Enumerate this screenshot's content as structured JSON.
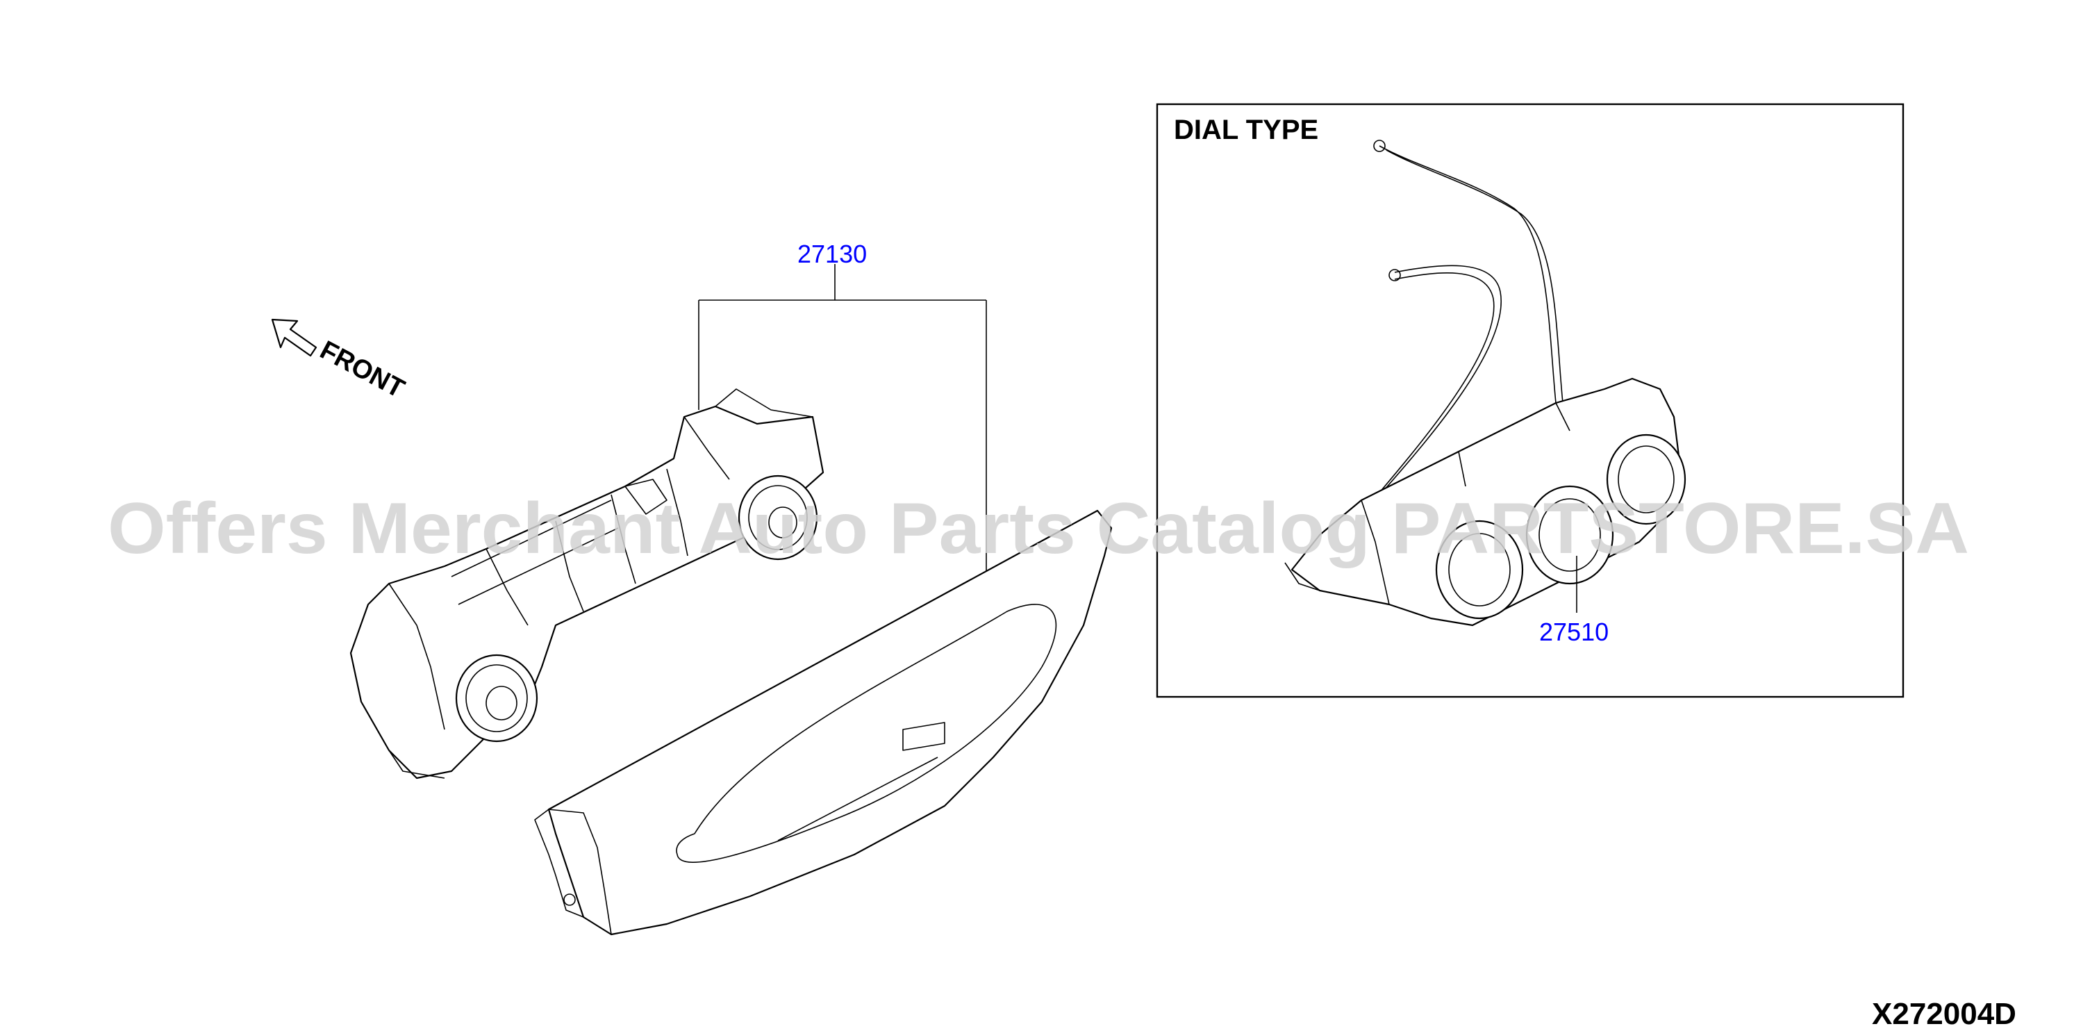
{
  "diagram": {
    "orientation_label": "FRONT",
    "inset_title": "DIAL TYPE",
    "watermark": "Offers Merchant Auto Parts Catalog PARTSTORE.SA",
    "drawing_code": "X272004D",
    "callouts": [
      {
        "part_number": "27130",
        "color": "#0000ff"
      },
      {
        "part_number": "27510",
        "color": "#0000ff"
      }
    ]
  }
}
